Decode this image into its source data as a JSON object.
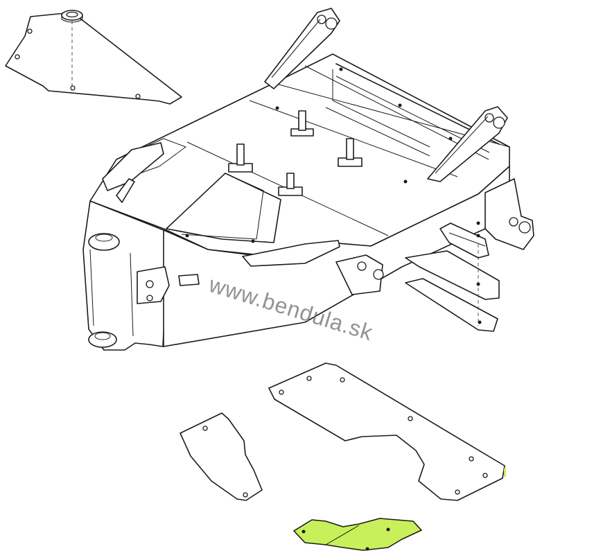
{
  "watermark": {
    "text": "www.bendula.sk"
  },
  "colors": {
    "line": "#1a1a1a",
    "background": "#ffffff",
    "highlight": "#c8f05a",
    "watermark": "#6e6e6e"
  },
  "parts": [
    {
      "id": "top-left-cover-plate",
      "icon": "plate-icon",
      "highlighted": false
    },
    {
      "id": "washer",
      "icon": "washer-icon",
      "highlighted": false
    },
    {
      "id": "main-frame",
      "icon": "frame-icon",
      "highlighted": false
    },
    {
      "id": "right-side-plate",
      "icon": "plate-icon",
      "highlighted": false
    },
    {
      "id": "right-strip-plate",
      "icon": "plate-icon",
      "highlighted": false
    },
    {
      "id": "large-bottom-cover",
      "icon": "plate-icon",
      "highlighted": false
    },
    {
      "id": "small-bottom-cover",
      "icon": "plate-icon",
      "highlighted": false
    },
    {
      "id": "highlighted-bottom-plate",
      "icon": "plate-icon",
      "highlighted": true
    }
  ]
}
